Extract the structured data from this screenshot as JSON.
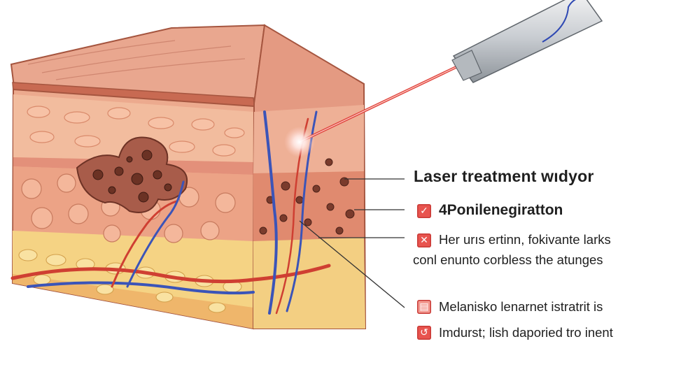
{
  "labels": {
    "title": "Laser treatment wıdyor",
    "item1": "4Ponilenegiratton",
    "item2_line1": "Her urıs ertinn, fokivante larks",
    "item2_line2": "conl enunto corbless the atunges",
    "item3": "Melanisko lenarnet istratrit is",
    "item4": "Imdurst; lish daporied tro inent"
  },
  "icons": {
    "item1": "check-icon",
    "item2": "cross-icon",
    "item3": "document-icon",
    "item4": "refresh-icon"
  },
  "colors": {
    "laser": "#e0463f",
    "icon_red": "#e8544f",
    "skin": "#e9a486",
    "vein": "#3b54b8",
    "artery": "#cf3f32",
    "fat": "#f2d27d"
  }
}
